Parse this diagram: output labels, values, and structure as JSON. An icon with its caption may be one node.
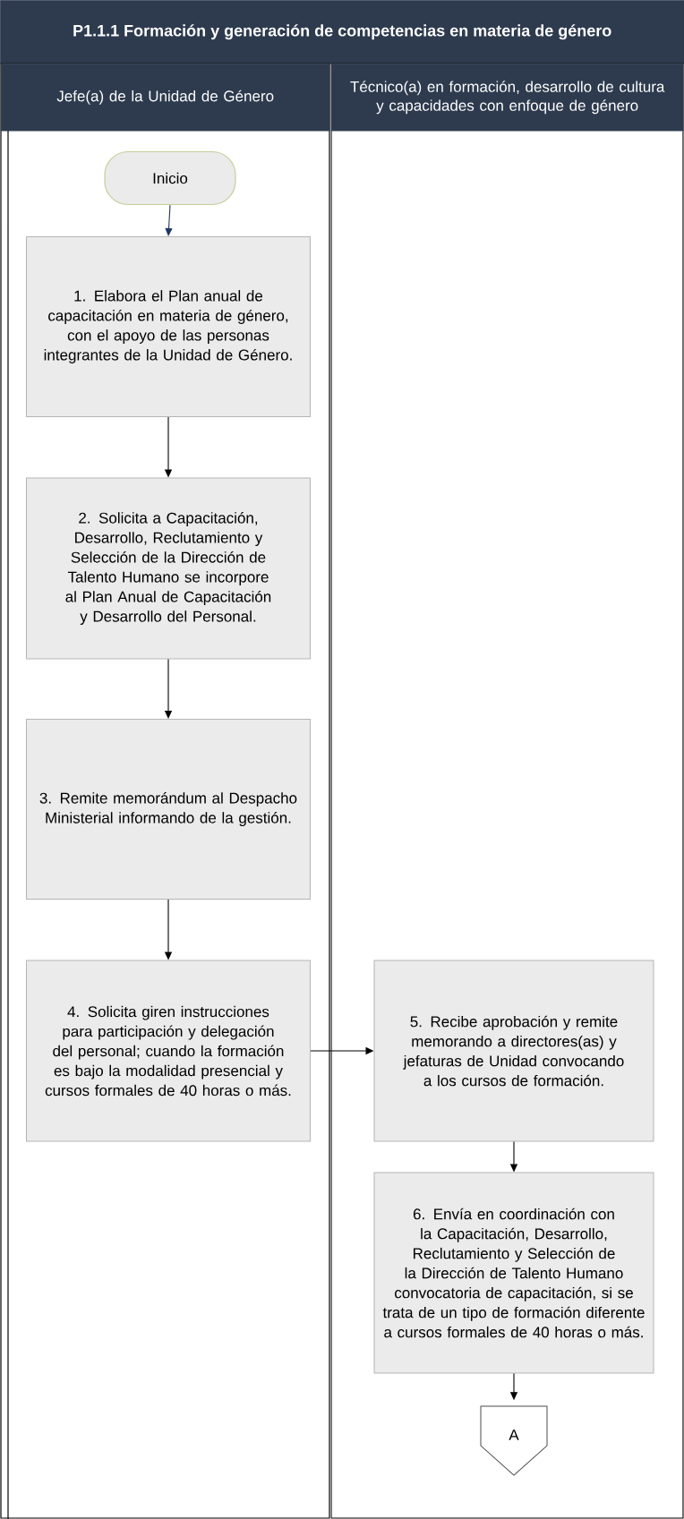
{
  "diagram": {
    "title": "P1.1.1 Formación y generación de competencias en materia de género",
    "nodes": [
      {
        "text": [
          "Jefe(a) de la Unidad de Género"
        ]
      },
      {
        "text": [
          "Técnico(a) en formación, desarrollo de cultura y capacidades con enfoque de género"
        ]
      },
      {
        "text": [
          "Inicio"
        ],
        "in": 0
      },
      {
        "text": [
          "1. Elabora el Plan anual de capacitación en materia de género, con el apoyo de las personas integrantes de la Unidad de Género."
        ],
        "in": 0
      },
      {
        "text": [
          "2. Solicita a Capacitación, Desarrollo, Reclutamiento y Selección de la Dirección de Talento Humano se incorpore al Plan Anual de Capacitación y Desarrollo del Personal."
        ],
        "in": 0
      },
      {
        "text": [
          "3. Remite memorándum al Despacho Ministerial informando de la gestión."
        ],
        "in": 0
      },
      {
        "text": [
          "4.  Solicita giren instrucciones para participación y delegación del personal; cuando la formación es bajo la modalidad presencial y cursos formales de 40 horas o más."
        ],
        "in": 0
      },
      {
        "text": [
          "5. Recibe aprobación y remite memorando a directores(as) y jefaturas de Unidad convocando a los cursos de formación."
        ],
        "in": 1
      },
      {
        "text": [
          "6. Envía en coordinación con la Capacitación, Desarrollo, Reclutamiento y Selección de la Dirección de Talento Humano convocatoria de capacitación, si se trata de un tipo de formación diferente a cursos formales de 40 horas o más."
        ],
        "in": 1
      },
      {
        "text": [
          "A"
        ],
        "in": 1
      }
    ],
    "edges": [
      {
        "from": 2,
        "to": 3,
        "arrow": "to",
        "color": "#1f3864"
      },
      {
        "from": 3,
        "to": 4,
        "arrow": "to"
      },
      {
        "from": 4,
        "to": 5,
        "arrow": "to"
      },
      {
        "from": 5,
        "to": 6,
        "arrow": "to"
      },
      {
        "from": 6,
        "to": 7,
        "arrow": "to"
      },
      {
        "from": 7,
        "to": 8,
        "arrow": "to"
      },
      {
        "from": 8,
        "to": 9,
        "arrow": "to"
      }
    ]
  }
}
